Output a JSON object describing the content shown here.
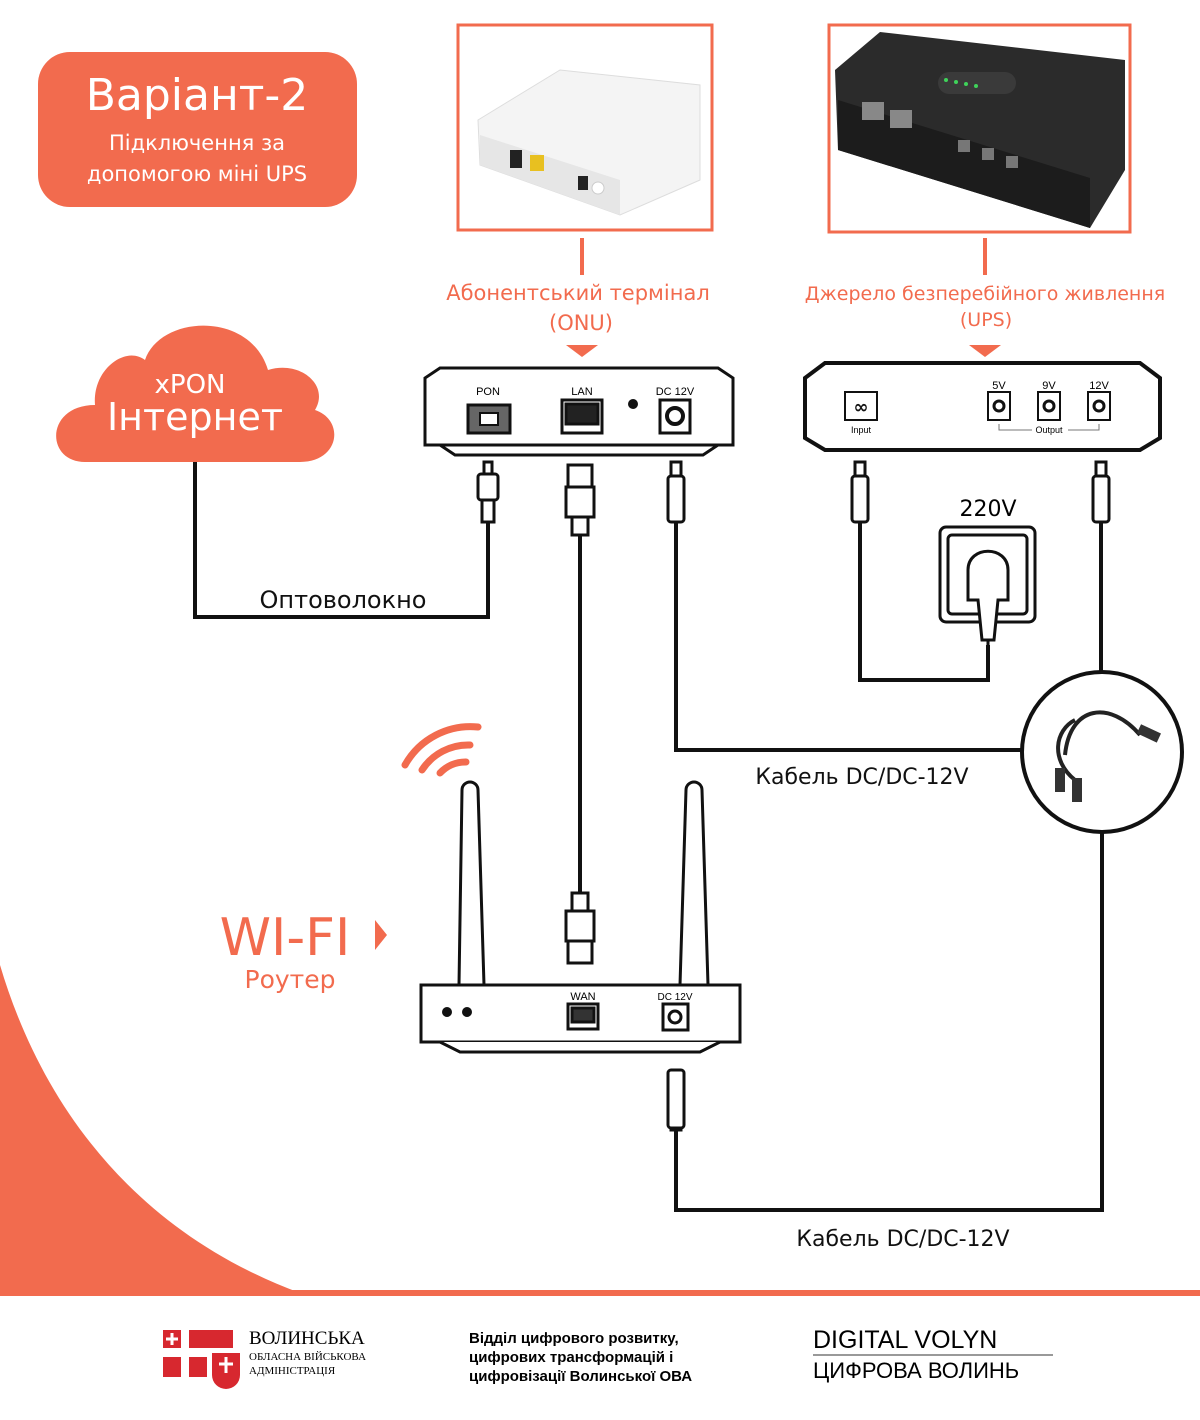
{
  "title": {
    "main": "Варіант-2",
    "line1": "Підключення за",
    "line2": "допомогою міні UPS"
  },
  "cloud": {
    "line1": "xPON",
    "line2": "Інтернет"
  },
  "onu": {
    "label": "Абонентський термінал",
    "sublabel": "(ONU)",
    "ports": {
      "pon": "PON",
      "lan": "LAN",
      "dc": "DC 12V"
    }
  },
  "ups": {
    "label": "Джерело безперебійного живлення",
    "sublabel": "(UPS)",
    "input": "Input",
    "output": "Output",
    "ports": [
      "5V",
      "9V",
      "12V"
    ]
  },
  "socket": {
    "voltage": "220V"
  },
  "cables": {
    "fiber": "Оптоволокно",
    "dc1": "Кабель DC/DC-12V",
    "dc2": "Кабель DC/DC-12V"
  },
  "router": {
    "title": "WI-FI",
    "subtitle": "Роутер",
    "ports": {
      "wan": "WAN",
      "dc": "DC 12V"
    }
  },
  "footer": {
    "org1": "ВОЛИНСЬКА",
    "org2": "ОБЛАСНА ВІЙСЬКОВА",
    "org3": "АДМІНІСТРАЦІЯ",
    "dept1": "Відділ цифрового розвитку,",
    "dept2": "цифрових трансформацій і",
    "dept3": "цифровізації Волинської ОВА",
    "brand1": "DIGITAL VOLYN",
    "brand2": "ЦИФРОВА ВОЛИНЬ"
  },
  "colors": {
    "accent": "#f26b4e",
    "line": "#111111"
  }
}
